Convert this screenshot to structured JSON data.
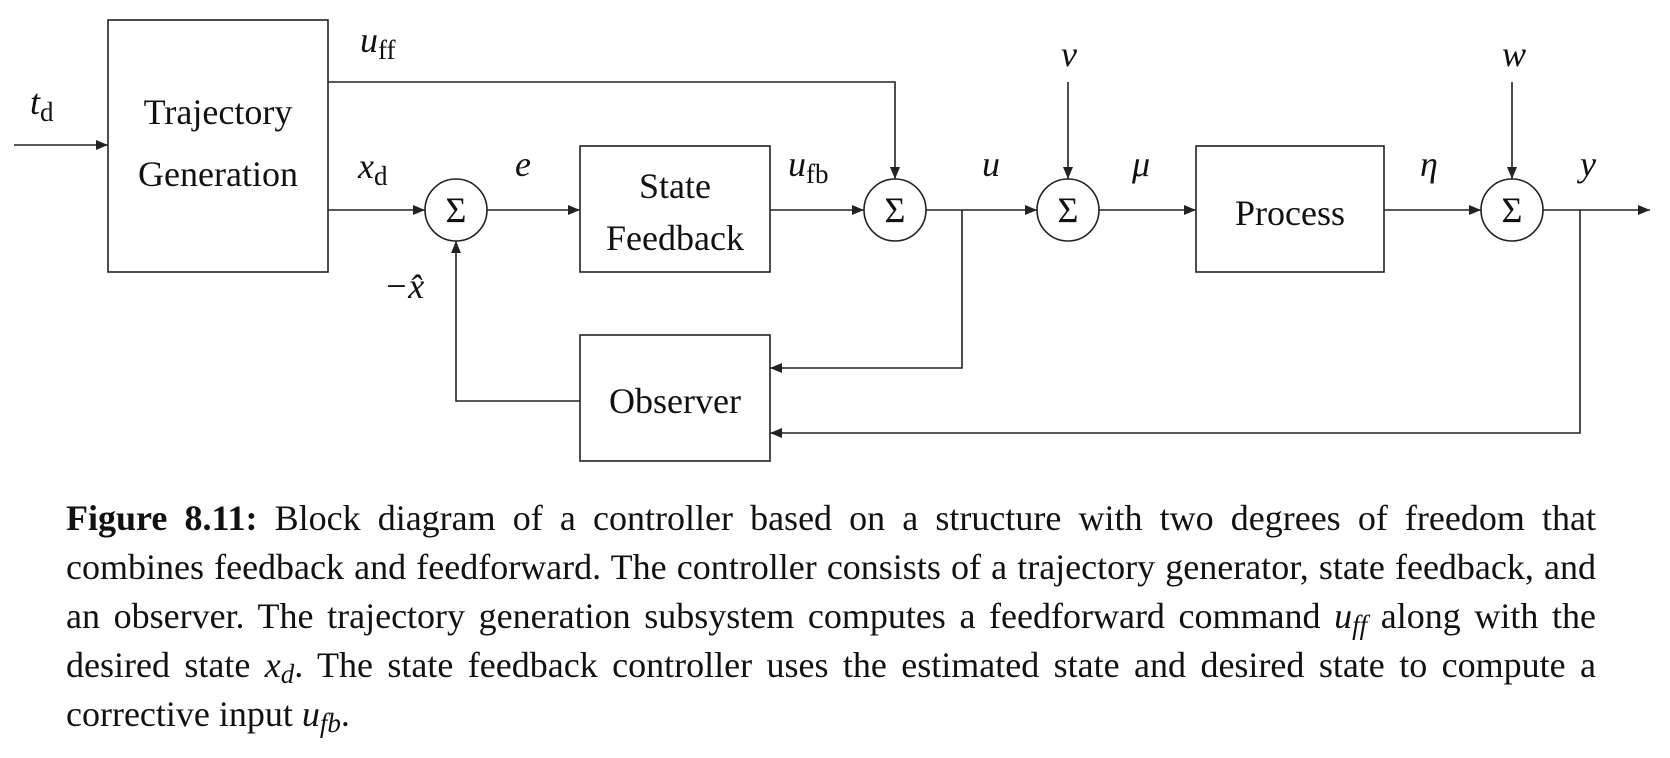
{
  "blocks": {
    "trajectory_line1": "Trajectory",
    "trajectory_line2": "Generation",
    "state_feedback_line1": "State",
    "state_feedback_line2": "Feedback",
    "process": "Process",
    "observer": "Observer"
  },
  "summing_symbol": "Σ",
  "signals": {
    "t_main": "t",
    "t_sub": "d",
    "uff_main": "u",
    "uff_sub": "ff",
    "xd_main": "x",
    "xd_sub": "d",
    "e": "e",
    "ufb_main": "u",
    "ufb_sub": "fb",
    "u": "u",
    "v": "v",
    "mu": "μ",
    "eta": "η",
    "w": "w",
    "y": "y",
    "xhat": "−x̂"
  },
  "caption": {
    "label": "Figure 8.11:",
    "part1": " Block diagram of a controller based on a structure with two degrees of freedom that combines feedback and feedforward. The controller consists of a trajectory generator, state feedback, and an observer. The trajectory generation subsystem computes a feedfor­ward command ",
    "uff_main": "u",
    "uff_sub": "ff",
    "part2": " along with the desired state ",
    "xd_main": "x",
    "xd_sub": "d",
    "part3": ". The state feedback controller uses the estimated state and desired state to compute a corrective input ",
    "ufb_main": "u",
    "ufb_sub": "fb",
    "part4": "."
  }
}
